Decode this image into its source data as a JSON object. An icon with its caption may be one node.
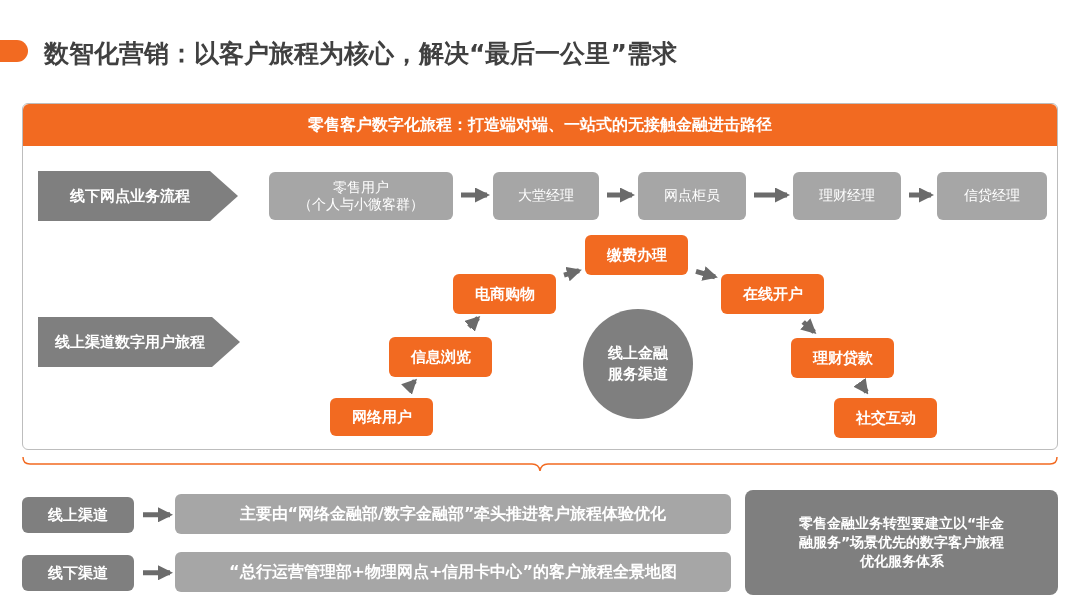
{
  "diagram": {
    "title": "数智化营销：以客户旅程为核心，解决“最后一公里”需求",
    "nodes": [
      {
        "text": [
          "零售客户数字化旅程：打造端对端、一站式的无接触金融进击路径"
        ]
      },
      {
        "text": [
          "线下网点业务流程"
        ],
        "in": 0
      },
      {
        "text": [
          "零售用户",
          "（个人与小微客群）"
        ],
        "in": 0
      },
      {
        "text": [
          "大堂经理"
        ],
        "in": 0
      },
      {
        "text": [
          "网点柜员"
        ],
        "in": 0
      },
      {
        "text": [
          "理财经理"
        ],
        "in": 0
      },
      {
        "text": [
          "信贷经理"
        ],
        "in": 0
      },
      {
        "text": [
          "线上渠道数字用户旅程"
        ],
        "in": 0
      },
      {
        "text": [
          "网络用户"
        ],
        "in": 0
      },
      {
        "text": [
          "信息浏览"
        ],
        "in": 0
      },
      {
        "text": [
          "电商购物"
        ],
        "in": 0
      },
      {
        "text": [
          "缴费办理"
        ],
        "in": 0
      },
      {
        "text": [
          "在线开户"
        ],
        "in": 0
      },
      {
        "text": [
          "理财贷款"
        ],
        "in": 0
      },
      {
        "text": [
          "社交互动"
        ],
        "in": 0
      },
      {
        "text": [
          "线上金融服务渠道"
        ],
        "in": 0
      },
      {
        "text": [
          "线上渠道"
        ]
      },
      {
        "text": [
          "主要由“网络金融部/数字金融部”牵头推进客户旅程体验优化"
        ]
      },
      {
        "text": [
          "线下渠道"
        ]
      },
      {
        "text": [
          "“总行运营管理部+物理网点+信用卡中心”的客户旅程全景地图"
        ]
      },
      {
        "text": [
          "零售金融业务转型要建立以“非金融服务”场景优先的数字客户旅程优化服务体系"
        ]
      }
    ],
    "edges": [
      {
        "from": 2,
        "to": 3,
        "arrow": "to"
      },
      {
        "from": 3,
        "to": 4,
        "arrow": "to"
      },
      {
        "from": 4,
        "to": 5,
        "arrow": "to"
      },
      {
        "from": 5,
        "to": 6,
        "arrow": "to"
      },
      {
        "from": 8,
        "to": 9,
        "arrow": "to"
      },
      {
        "from": 9,
        "to": 10,
        "arrow": "to"
      },
      {
        "from": 10,
        "to": 11,
        "arrow": "to"
      },
      {
        "from": 11,
        "to": 12,
        "arrow": "to"
      },
      {
        "from": 12,
        "to": 13,
        "arrow": "to"
      },
      {
        "from": 13,
        "to": 14,
        "arrow": "to"
      },
      {
        "from": 16,
        "to": 17,
        "arrow": "to"
      },
      {
        "from": 18,
        "to": 19,
        "arrow": "to"
      }
    ]
  }
}
